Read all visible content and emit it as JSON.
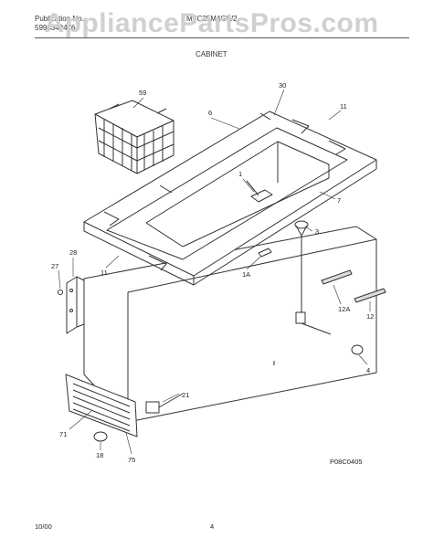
{
  "watermark": "AppliancePartsPros.com",
  "header": {
    "publication_label": "Publication No.",
    "publication_number": "5995342476",
    "model": "MFC25M4GW2",
    "section": "CABINET"
  },
  "diagram": {
    "part_labels": {
      "basket": "59",
      "top_frame": "30",
      "liner_left": "6",
      "breaker_right": "11",
      "light_assembly": "1",
      "cabinet_corner": "7",
      "knob_top": "3",
      "hinge_bracket": "28",
      "hinge_screw": "27",
      "breaker_left": "11",
      "switch": "1A",
      "strip_12A": "12A",
      "strip_12": "12",
      "leveling_leg": "4",
      "screw_71": "71",
      "drain_plug_21": "21",
      "foot_18": "18",
      "grille": "75"
    },
    "figure_code": "P08C0405"
  },
  "footer": {
    "date": "10/00",
    "page": "4"
  }
}
